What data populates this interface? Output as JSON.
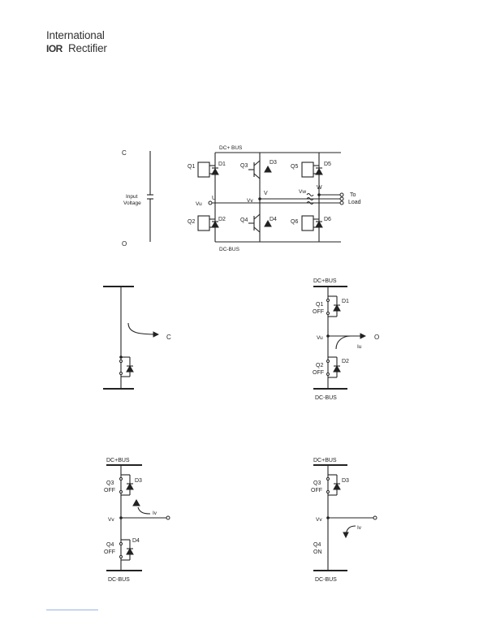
{
  "header": {
    "logo_line1": "International",
    "logo_ior": "IOR",
    "logo_line2": "Rectifier"
  },
  "inverter": {
    "dc_plus": "DC+ BUS",
    "dc_minus": "DC-BUS",
    "input_label_1": "Input",
    "input_label_2": "Voltage",
    "pos_terminal": "C",
    "neg_terminal": "O",
    "q1": "Q1",
    "d1": "D1",
    "q2": "Q2",
    "d2": "D2",
    "q3": "Q3",
    "d3": "D3",
    "q4": "Q4",
    "d4": "D4",
    "q5": "Q5",
    "d5": "D5",
    "q6": "Q6",
    "d6": "D6",
    "vu": "Vu",
    "u": "U",
    "vv": "Vv",
    "v": "V",
    "vw": "Vw",
    "w": "W",
    "to": "To",
    "load": "Load"
  },
  "panel_a": {
    "out_terminal": "C"
  },
  "panel_b": {
    "dc_plus": "DC+BUS",
    "dc_minus": "DC-BUS",
    "q1": "Q1",
    "q1_state": "OFF",
    "d1": "D1",
    "q2": "Q2",
    "q2_state": "OFF",
    "d2": "D2",
    "vu": "Vu",
    "iu": "Iu",
    "out_terminal": "O"
  },
  "panel_c": {
    "dc_plus": "DC+BUS",
    "dc_minus": "DC-BUS",
    "q3": "Q3",
    "q3_state": "OFF",
    "d3": "D3",
    "q4": "Q4",
    "q4_state": "OFF",
    "d4": "D4",
    "vv": "Vv",
    "iv": "Iv"
  },
  "panel_d": {
    "dc_plus": "DC+BUS",
    "dc_minus": "DC-BUS",
    "q3": "Q3",
    "q3_state": "OFF",
    "d3": "D3",
    "q4": "Q4",
    "q4_state": "ON",
    "vv": "Vv",
    "iv": "Iv"
  }
}
